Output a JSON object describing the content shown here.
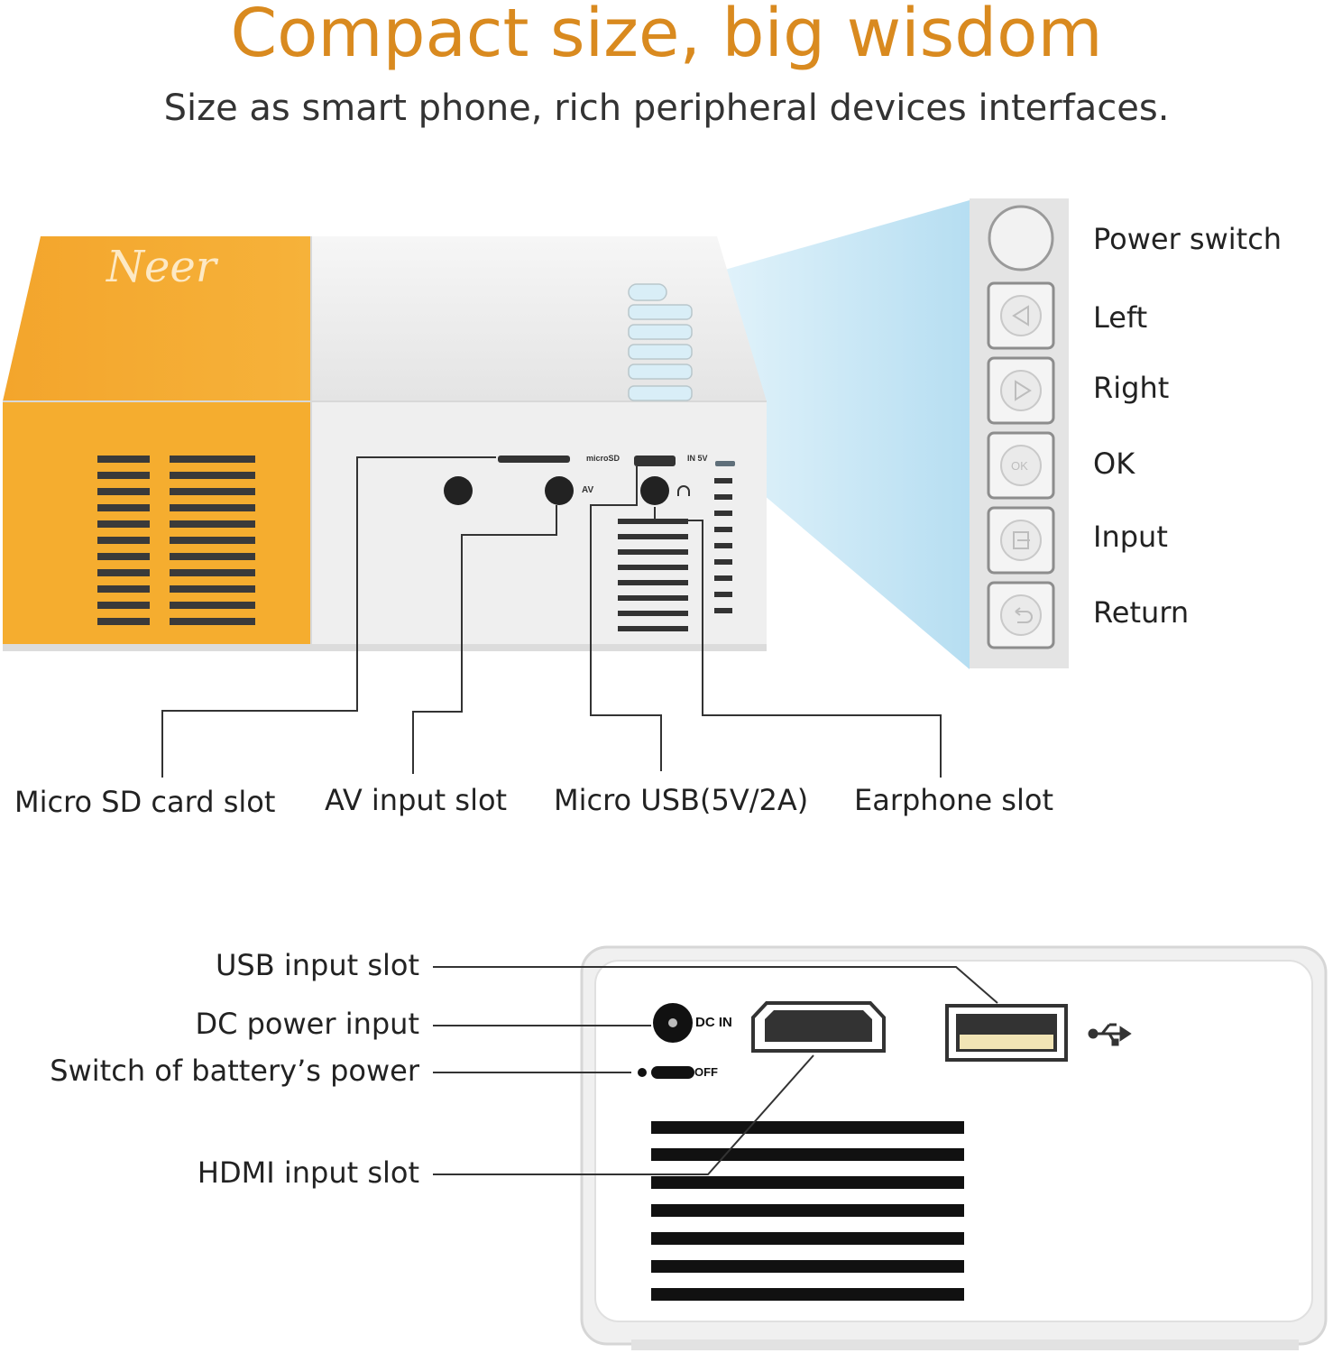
{
  "title": "Compact size, big wisdom",
  "subtitle": "Size as smart phone, rich peripheral devices interfaces.",
  "projector_top": {
    "logo": "Neer",
    "port_marks": {
      "microsd": "microSD",
      "in5v": "IN 5V",
      "av": "AV"
    },
    "button_labels": [
      "Power switch",
      "Left",
      "Right",
      "OK",
      "Input",
      "Return"
    ],
    "button_ok_mark": "OK",
    "port_labels": [
      "Micro SD card slot",
      "AV input slot",
      "Micro USB(5V/2A)",
      "Earphone slot"
    ]
  },
  "projector_back": {
    "port_marks": {
      "dc_in": "DC IN",
      "off": "OFF"
    },
    "port_labels": [
      "USB input slot",
      "DC power input",
      "Switch of battery’s power",
      "HDMI input slot"
    ]
  },
  "colors": {
    "accent": "#d98a1f",
    "body_orange": "#f4a62a",
    "body_white": "#eeeeee",
    "beam": "#bfe4f5"
  },
  "icons": [
    "usb-symbol-icon",
    "earphone-icon",
    "left-arrow-icon",
    "right-arrow-icon",
    "input-icon",
    "return-icon"
  ]
}
